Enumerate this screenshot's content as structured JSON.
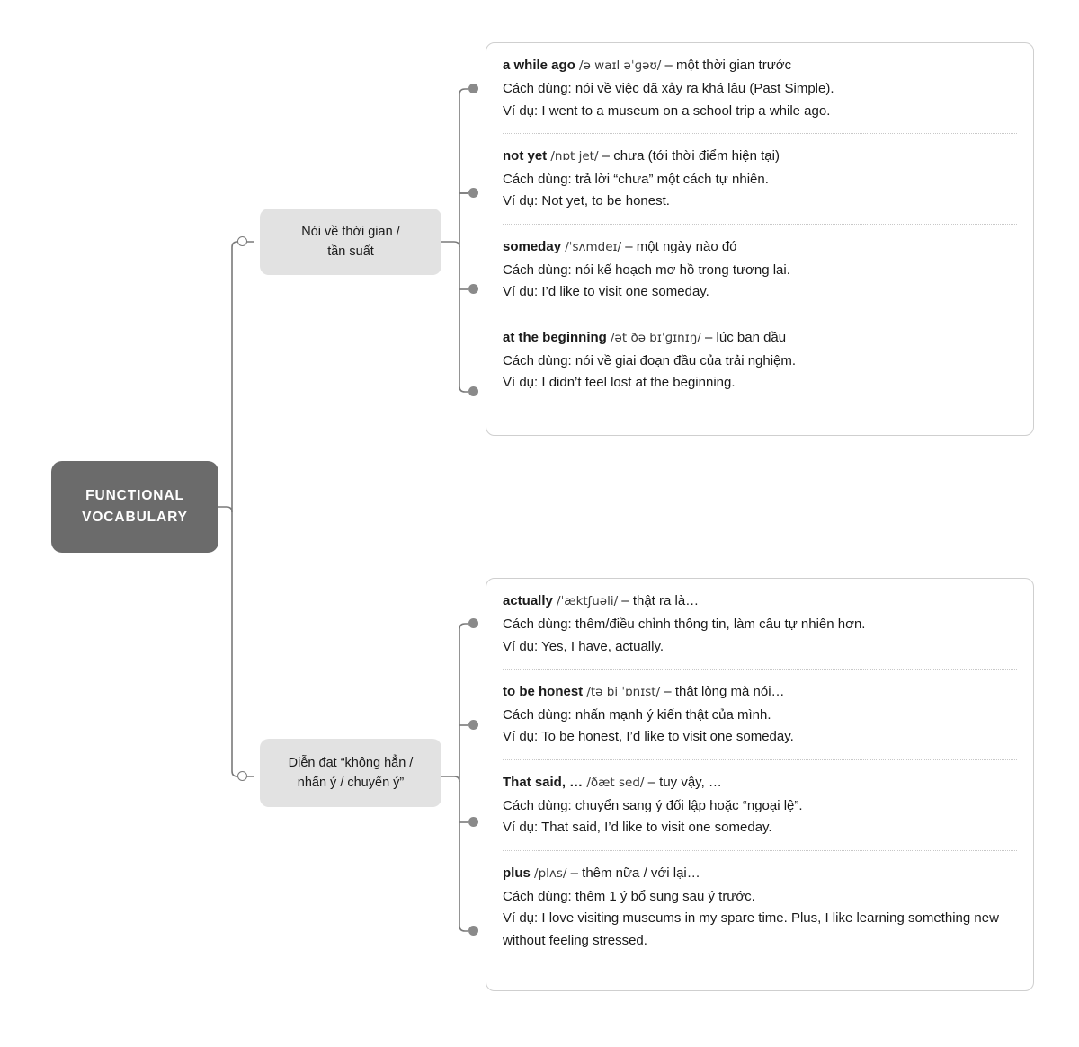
{
  "root": {
    "line1": "FUNCTIONAL",
    "line2": "VOCABULARY"
  },
  "branches": [
    {
      "label_line1": "Nói về thời gian /",
      "label_line2": "tần suất",
      "entries": [
        {
          "term": "a while ago",
          "ipa": "/ə waɪl əˈɡəʊ/",
          "dash": "–",
          "gloss": "một thời gian trước",
          "usage": "Cách dùng: nói về việc đã xảy ra khá lâu (Past Simple).",
          "example": "Ví dụ: I went to a museum on a school trip a while ago."
        },
        {
          "term": "not yet",
          "ipa": "/nɒt jet/",
          "dash": "–",
          "gloss": "chưa (tới thời điểm hiện tại)",
          "usage": "Cách dùng: trả lời “chưa” một cách tự nhiên.",
          "example": "Ví dụ: Not yet, to be honest."
        },
        {
          "term": "someday",
          "ipa": "/ˈsʌmdeɪ/",
          "dash": "–",
          "gloss": "một ngày nào đó",
          "usage": "Cách dùng: nói kế hoạch mơ hồ trong tương lai.",
          "example": "Ví dụ: I’d like to visit one someday."
        },
        {
          "term": "at the beginning",
          "ipa": "/ət ðə bɪˈɡɪnɪŋ/",
          "dash": "–",
          "gloss": "lúc ban đầu",
          "usage": "Cách dùng: nói về giai đoạn đầu của trải nghiệm.",
          "example": "Ví dụ: I didn’t feel lost at the beginning."
        }
      ]
    },
    {
      "label_line1": "Diễn đạt “không hẳn /",
      "label_line2": "nhấn ý / chuyển ý”",
      "entries": [
        {
          "term": "actually",
          "ipa": "/ˈæktʃuəli/",
          "dash": "–",
          "gloss": "thật ra là…",
          "usage": "Cách dùng: thêm/điều chỉnh thông tin, làm câu tự nhiên hơn.",
          "example": "Ví dụ: Yes, I have, actually."
        },
        {
          "term": "to be honest",
          "ipa": "/tə bi ˈɒnɪst/",
          "dash": "–",
          "gloss": "thật lòng mà nói…",
          "usage": "Cách dùng: nhấn mạnh ý kiến thật của mình.",
          "example": "Ví dụ: To be honest, I’d like to visit one someday."
        },
        {
          "term": "That said, …",
          "ipa": "/ðæt sed/",
          "dash": "–",
          "gloss": "tuy vậy, …",
          "usage": "Cách dùng: chuyển sang ý đối lập hoặc “ngoại lệ”.",
          "example": "Ví dụ: That said, I’d like to visit one someday."
        },
        {
          "term": "plus",
          "ipa": "/plʌs/",
          "dash": "–",
          "gloss": "thêm nữa / với lại…",
          "usage": "Cách dùng: thêm 1 ý bổ sung sau ý trước.",
          "example": "Ví dụ: I love visiting museums in my spare time. Plus, I like learning something new without feeling stressed."
        }
      ]
    }
  ],
  "colors": {
    "root_bg": "#6b6b6b",
    "branch_bg": "#e2e2e2",
    "card_border": "#cfcfcf",
    "connector": "#7a7a7a",
    "dot": "#8a8a8a"
  }
}
